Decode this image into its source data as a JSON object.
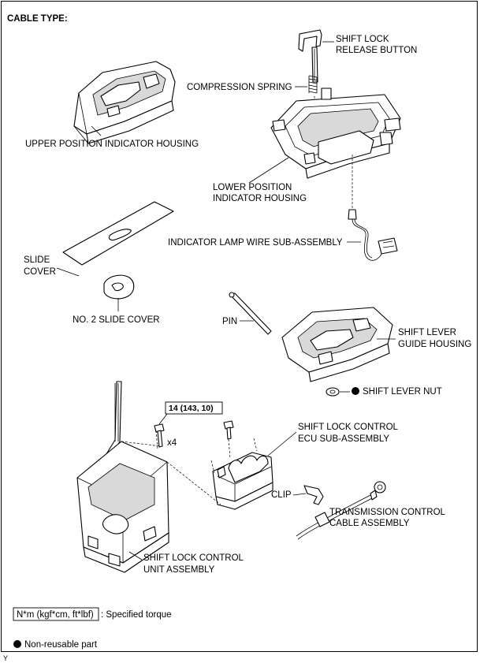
{
  "header": {
    "title": "CABLE TYPE:"
  },
  "labels": {
    "shift_lock_release_button": [
      "SHIFT LOCK",
      "RELEASE BUTTON"
    ],
    "compression_spring": "COMPRESSION SPRING",
    "upper_position_indicator_housing": "UPPER POSITION INDICATOR HOUSING",
    "lower_position_indicator_housing": [
      "LOWER POSITION",
      "INDICATOR HOUSING"
    ],
    "indicator_lamp_wire": "INDICATOR LAMP WIRE SUB-ASSEMBLY",
    "slide_cover": [
      "SLIDE",
      "COVER"
    ],
    "no2_slide_cover": "NO. 2 SLIDE COVER",
    "pin": "PIN",
    "shift_lever_guide_housing": [
      "SHIFT LEVER",
      "GUIDE HOUSING"
    ],
    "shift_lever_nut": "SHIFT LEVER NUT",
    "torque": "14 (143, 10)",
    "bolt_qty": "x4",
    "shift_lock_control_ecu": [
      "SHIFT LOCK CONTROL",
      "ECU SUB-ASSEMBLY"
    ],
    "clip": "CLIP",
    "transmission_control_cable": [
      "TRANSMISSION CONTROL",
      "CABLE ASSEMBLY"
    ],
    "shift_lock_control_unit": [
      "SHIFT LOCK CONTROL",
      "UNIT ASSEMBLY"
    ]
  },
  "legend": {
    "torque_box": "N*m (kgf*cm, ft*lbf)",
    "torque_text": ": Specified torque",
    "non_reusable": "Non-reusable part"
  },
  "footer": {
    "code": "Y"
  }
}
